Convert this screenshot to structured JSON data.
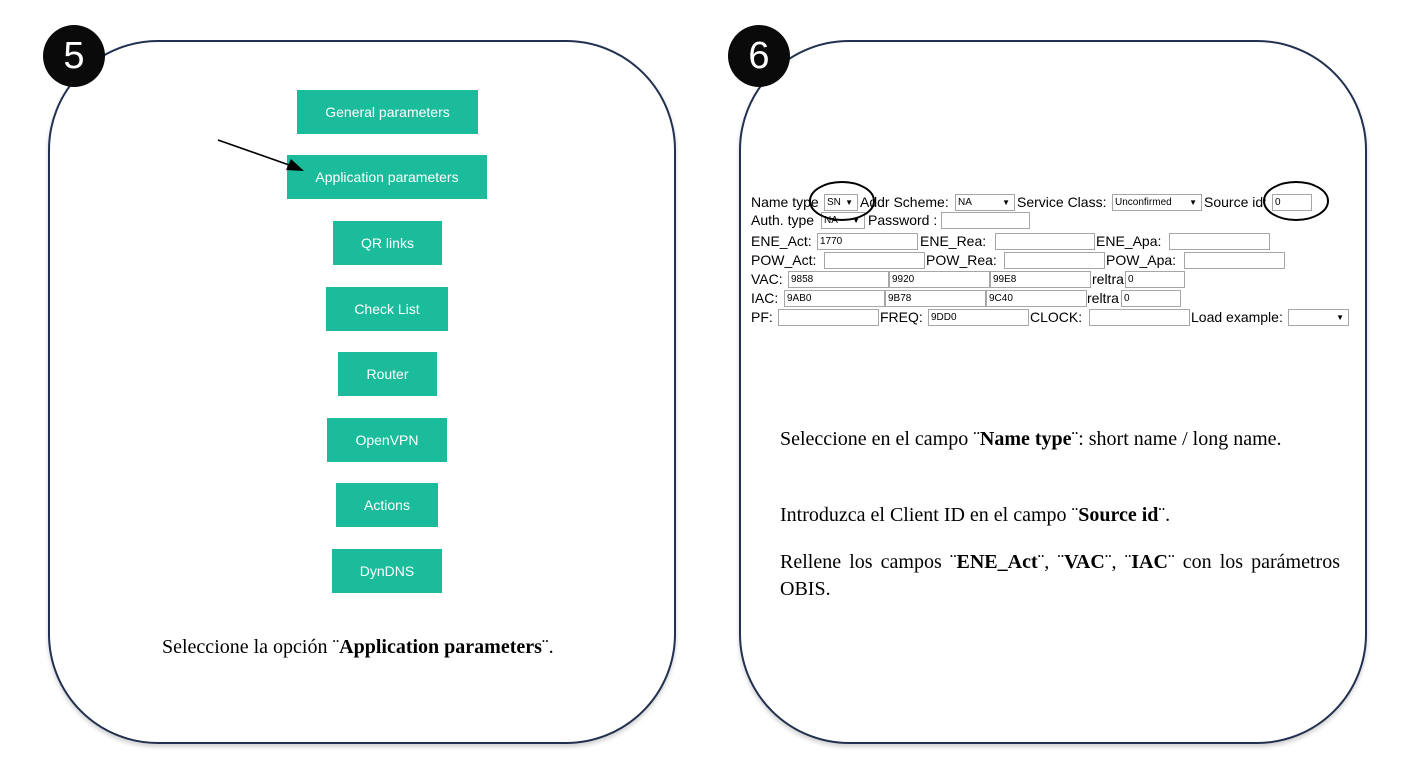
{
  "step5": {
    "badge": "5",
    "buttons": [
      "General parameters",
      "Application parameters",
      "QR links",
      "Check List",
      "Router",
      "OpenVPN",
      "Actions",
      "DynDNS"
    ],
    "caption_prefix": "Seleccione la opción ¨",
    "caption_bold": "Application parameters",
    "caption_suffix": "¨."
  },
  "step6": {
    "badge": "6",
    "form": {
      "name_type_label": "Name type",
      "name_type_value": "SN",
      "addr_scheme_label": "Addr Scheme:",
      "addr_scheme_value": "NA",
      "service_class_label": "Service Class:",
      "service_class_value": "Unconfirmed",
      "source_id_label": "Source id:",
      "source_id_value": "0",
      "auth_type_label": "Auth. type",
      "auth_type_value": "NA",
      "password_label": "Password :",
      "ene_act_label": "ENE_Act:",
      "ene_act_value": "1770",
      "ene_rea_label": "ENE_Rea:",
      "ene_apa_label": "ENE_Apa:",
      "pow_act_label": "POW_Act:",
      "pow_rea_label": "POW_Rea:",
      "pow_apa_label": "POW_Apa:",
      "vac_label": "VAC:",
      "vac_values": [
        "9858",
        "9920",
        "99E8"
      ],
      "reltra_label": "reltra",
      "vac_reltra_value": "0",
      "iac_label": "IAC:",
      "iac_values": [
        "9AB0",
        "9B78",
        "9C40"
      ],
      "iac_reltra_value": "0",
      "pf_label": "PF:",
      "freq_label": "FREQ:",
      "freq_value": "9DD0",
      "clock_label": "CLOCK:",
      "load_example_label": "Load example:"
    },
    "para1_prefix": "Seleccione en el campo ¨",
    "para1_bold": "Name type",
    "para1_suffix": "¨: short name / long name.",
    "para2_prefix": "Introduzca el Client ID en el campo ¨",
    "para2_bold": "Source id",
    "para2_suffix": "¨.",
    "para3_p1": "Rellene los campos ¨",
    "para3_b1": "ENE_Act",
    "para3_p2": "¨, ¨",
    "para3_b2": "VAC",
    "para3_p3": "¨, ¨",
    "para3_b3": "IAC",
    "para3_p4": "¨ con los parámetros OBIS."
  }
}
